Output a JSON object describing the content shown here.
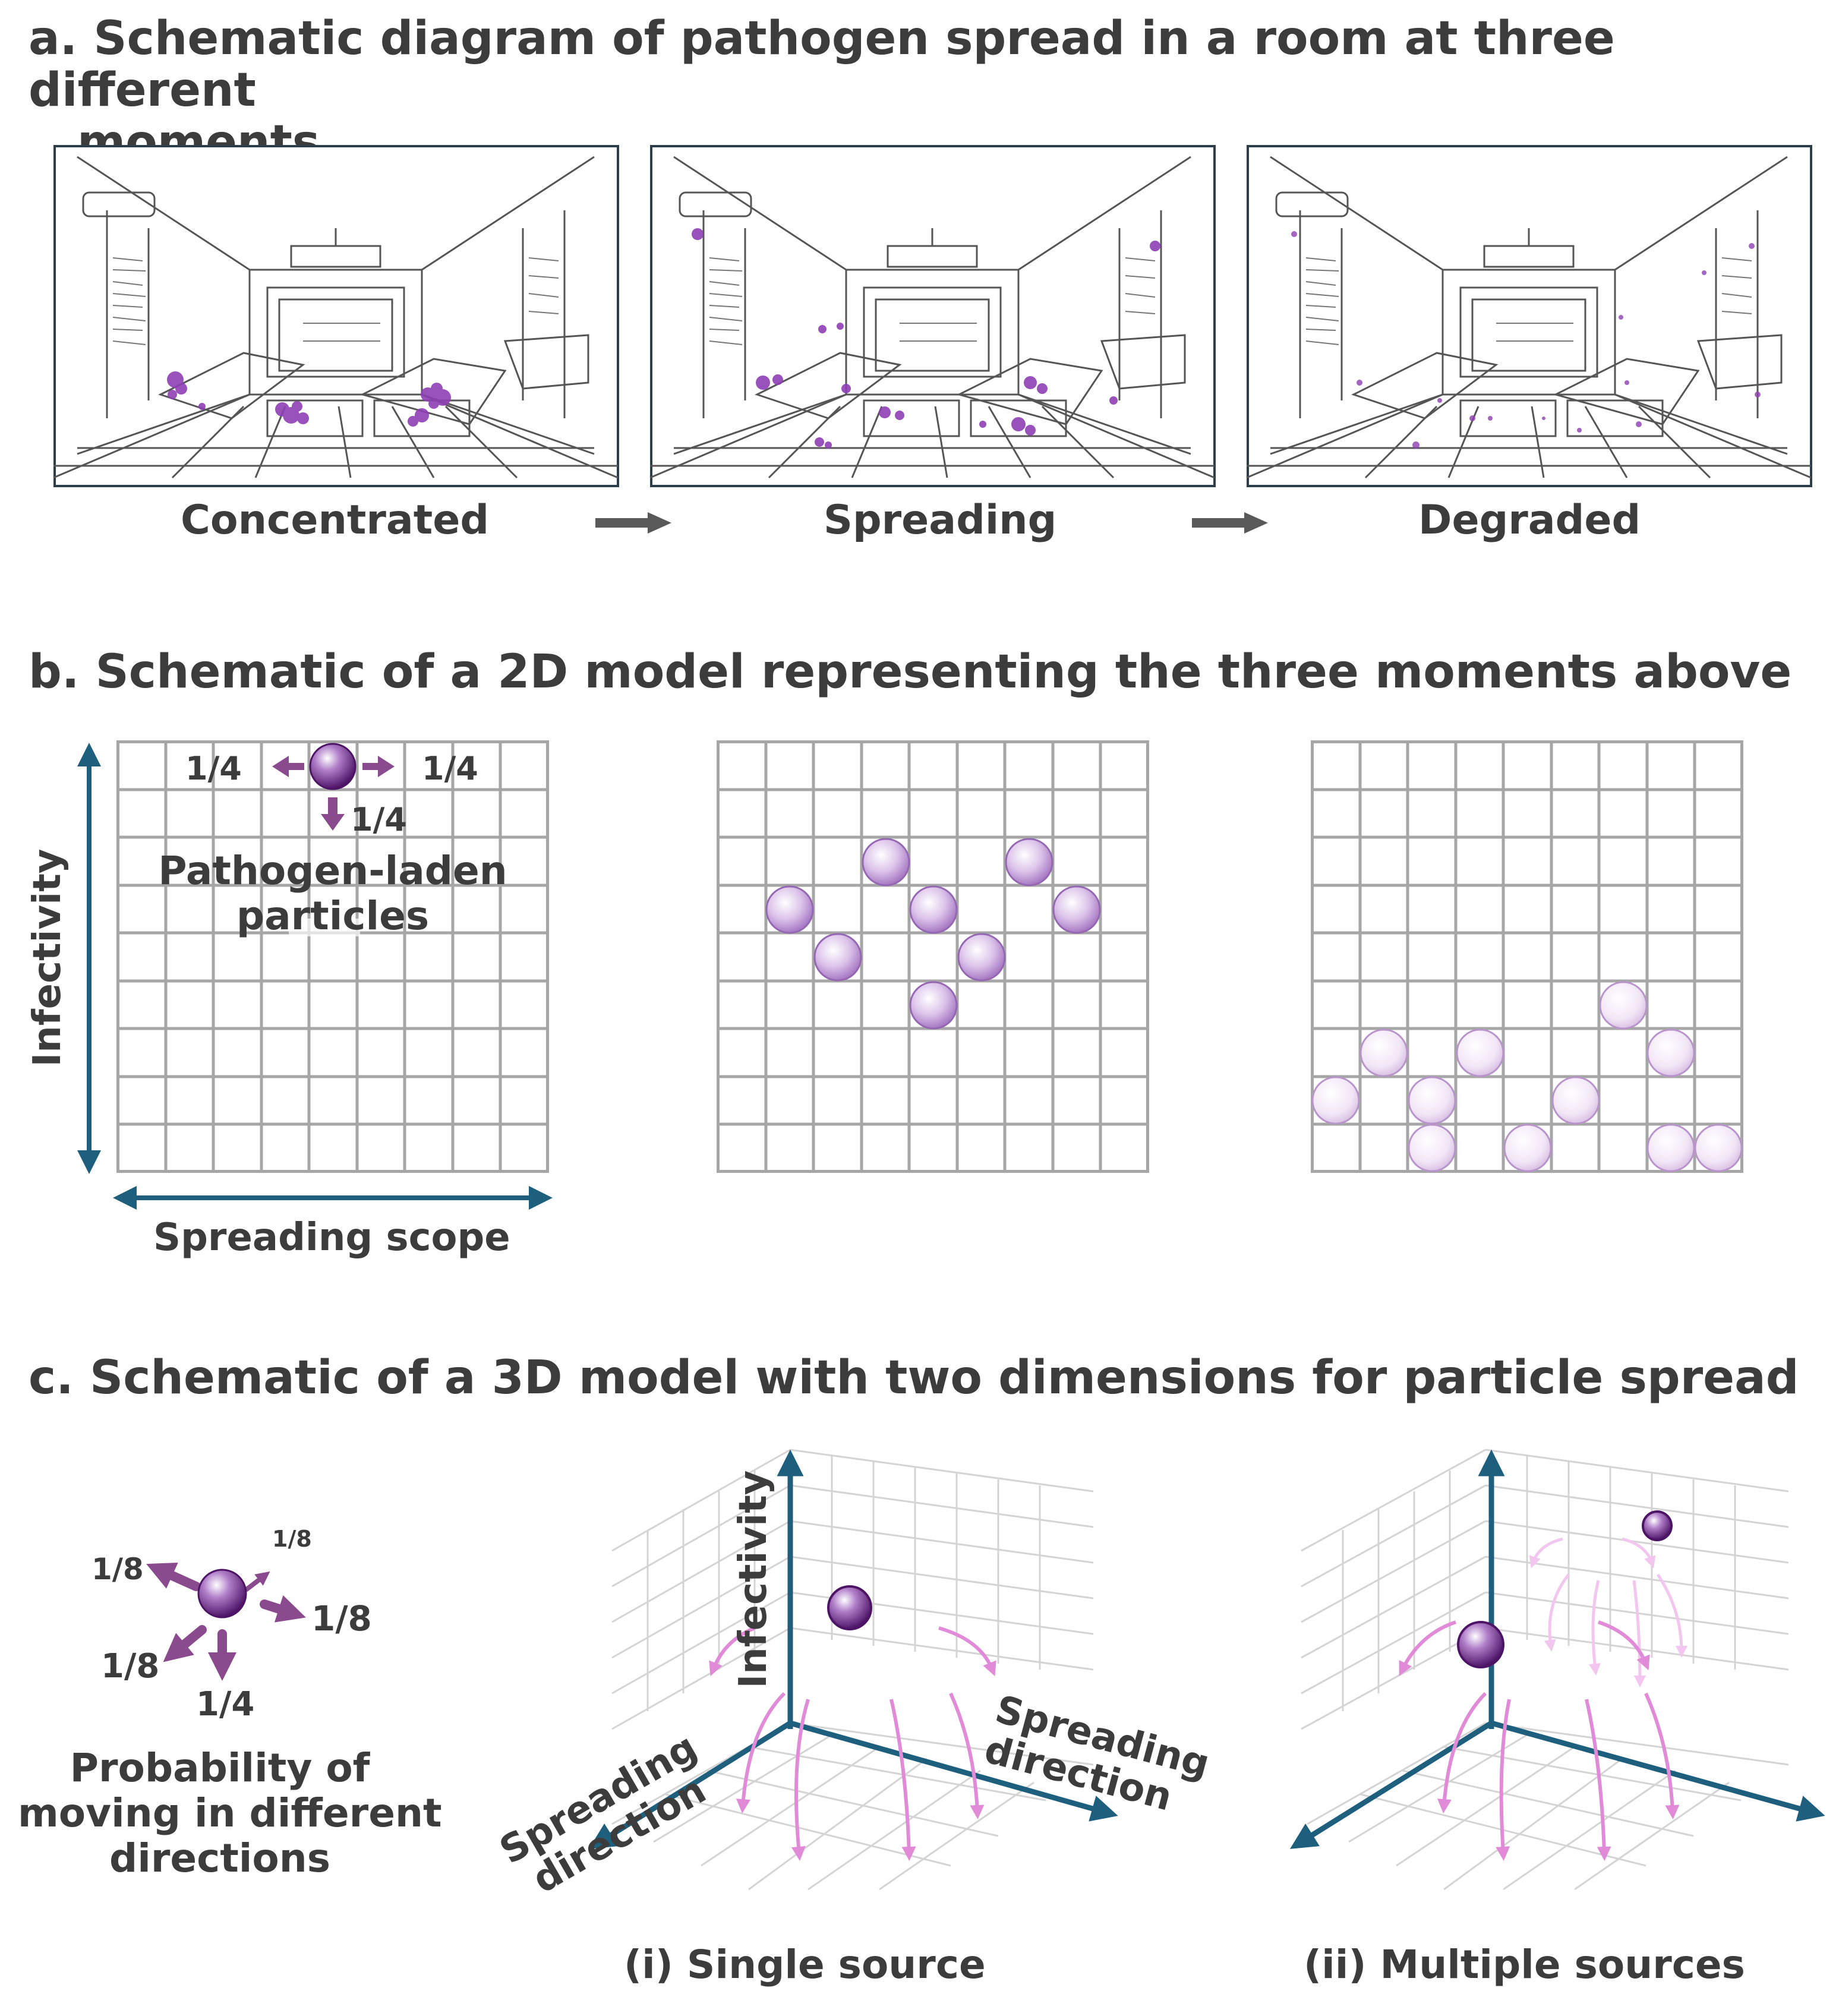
{
  "section_a": {
    "title_line1": "a. Schematic diagram of pathogen spread in a room at three different",
    "title_line2": "moments",
    "panels": [
      {
        "label": "Concentrated"
      },
      {
        "label": "Spreading"
      },
      {
        "label": "Degraded"
      }
    ]
  },
  "section_b": {
    "title": "b. Schematic of a 2D model representing the three moments above",
    "prob_left": "1/4",
    "prob_right": "1/4",
    "prob_down": "1/4",
    "particle_label_line1": "Pathogen-laden",
    "particle_label_line2": "particles",
    "y_axis_label": "Infectivity",
    "x_axis_label": "Spreading scope"
  },
  "section_c": {
    "title": "c. Schematic of a 3D model with two dimensions for particle spread",
    "probabilities": {
      "upper_left": "1/8",
      "upper_right": "1/8",
      "right": "1/8",
      "lower_left": "1/8",
      "down": "1/4"
    },
    "prob_caption_line1": "Probability of",
    "prob_caption_line2": "moving in different",
    "prob_caption_line3": "directions",
    "axis_vertical": "Infectivity",
    "axis_right_line1": "Spreading",
    "axis_right_line2": "direction",
    "axis_left_line1": "Spreading",
    "axis_left_line2": "direction",
    "caption_single": "(i) Single source",
    "caption_multiple": "(ii) Multiple sources"
  },
  "colors": {
    "title_text": "#3c3c3c",
    "grid": "#a6a6a6",
    "axis_blue": "#1f5f7e",
    "particle_purple": "#7d3f98",
    "arrow_purple": "#8a4a8e",
    "spread_arrow_pink": "#e08ad8",
    "panel_border": "#2c3e4a",
    "connector_gray": "#595959"
  },
  "icons": {
    "connector": "right-arrow-icon",
    "particle": "sphere-icon"
  }
}
